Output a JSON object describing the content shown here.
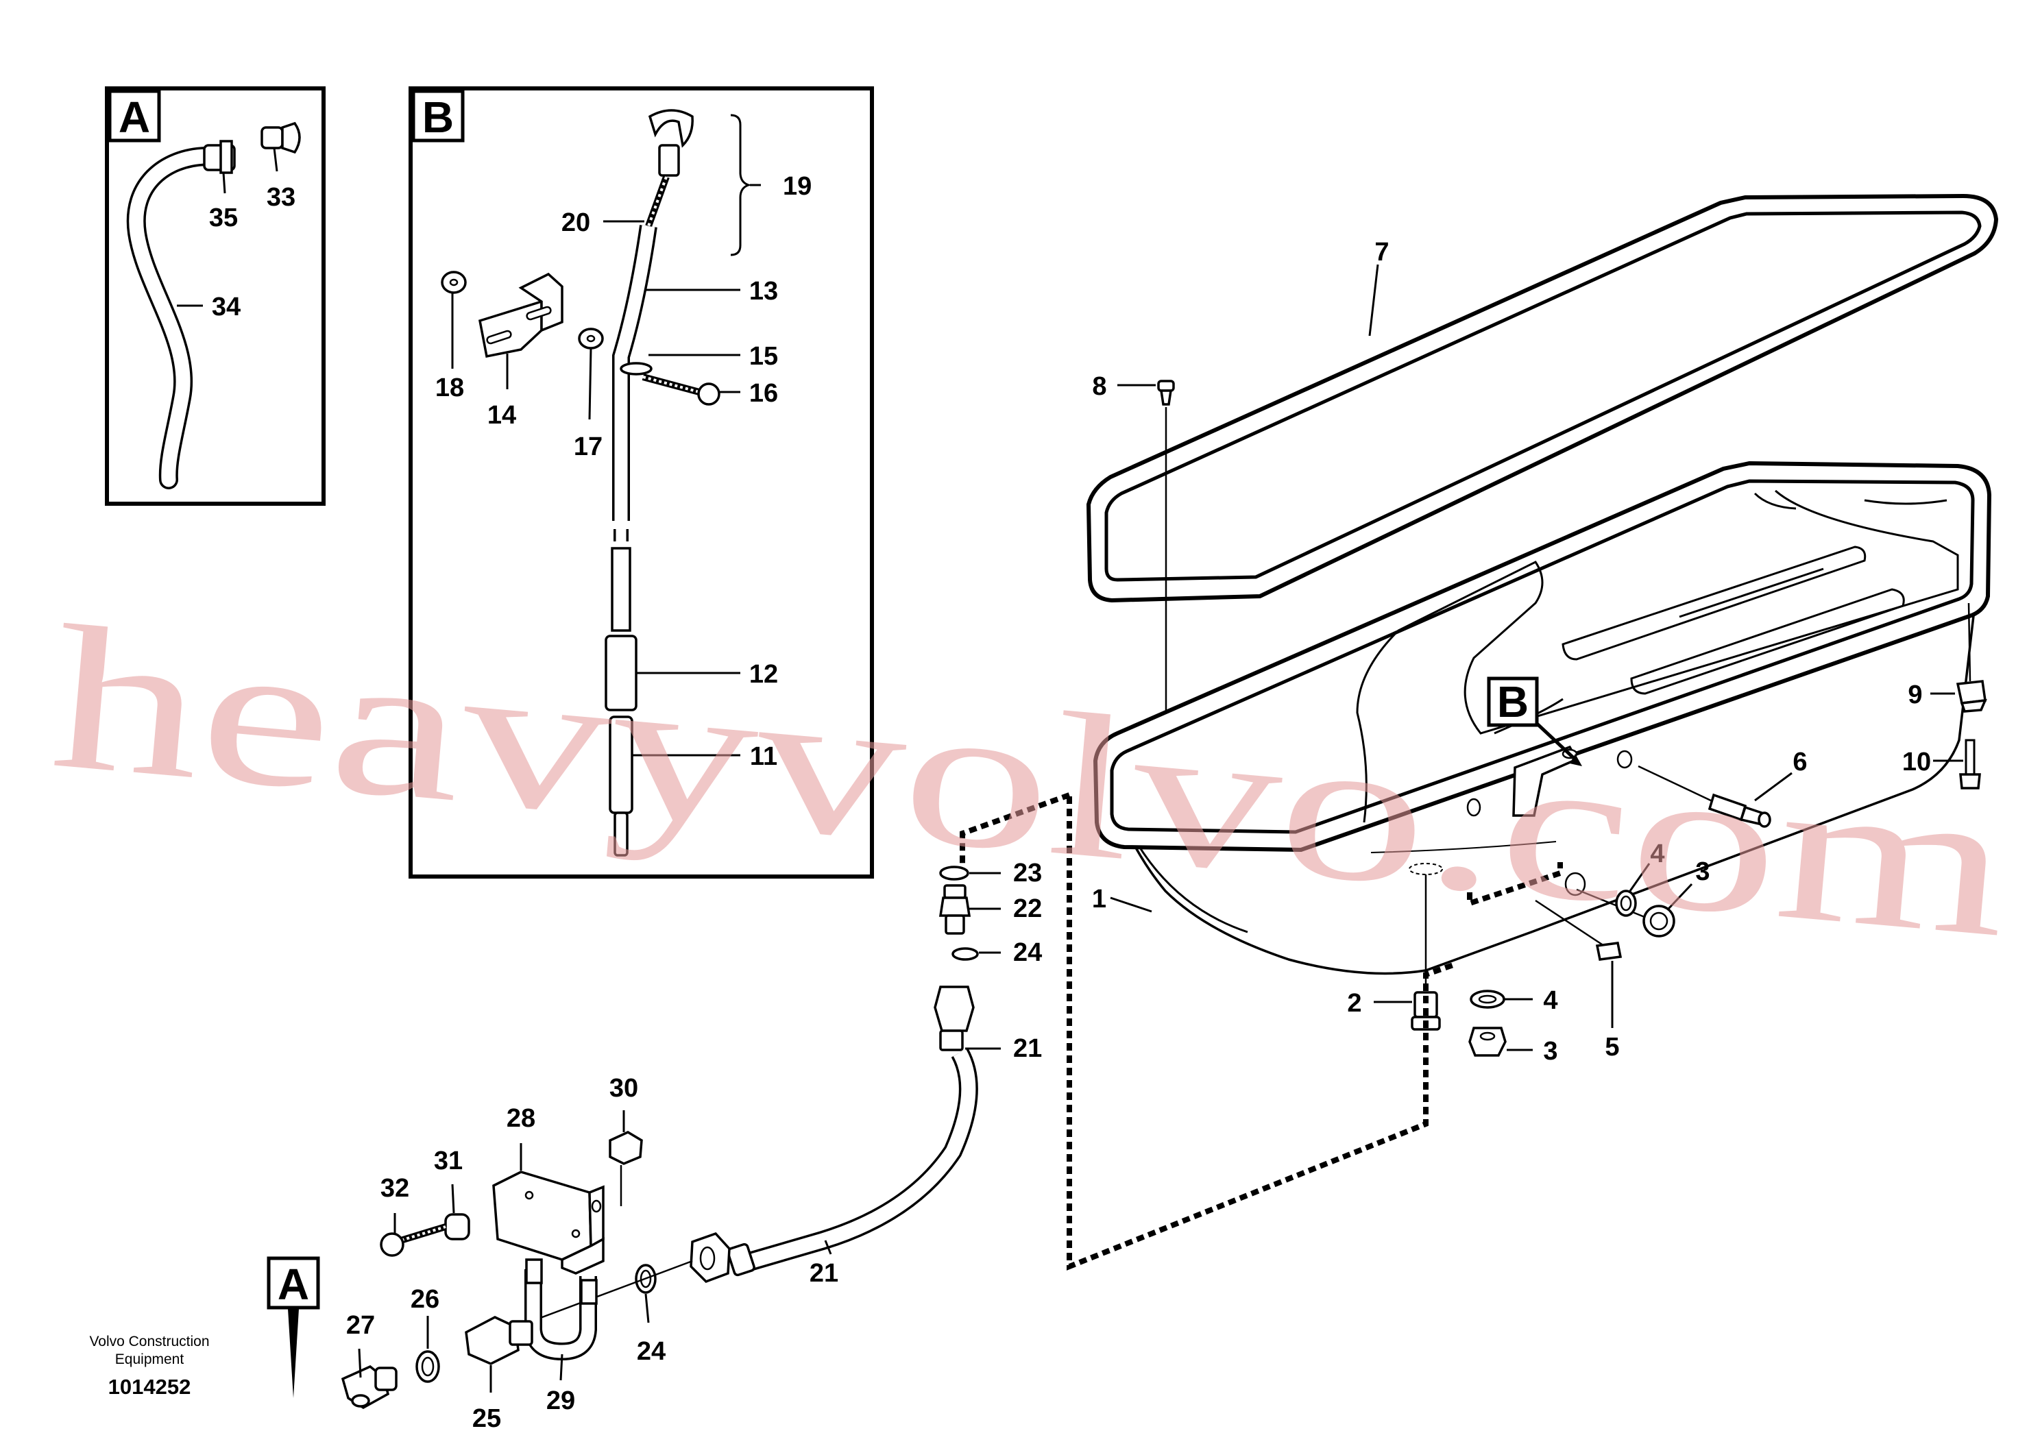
{
  "watermark": "heavyvolvo.com",
  "credit": {
    "line1": "Volvo Construction",
    "line2": "Equipment",
    "doc_number": "1014252"
  },
  "detail_boxes": {
    "a": "A",
    "b": "B"
  },
  "pointer_labels": {
    "b": "B",
    "a": "A"
  },
  "callouts": {
    "c1": "1",
    "c2": "2",
    "c3a": "3",
    "c3b": "3",
    "c4a": "4",
    "c4b": "4",
    "c5": "5",
    "c6": "6",
    "c7": "7",
    "c8": "8",
    "c9": "9",
    "c10": "10",
    "c11": "11",
    "c12": "12",
    "c13": "13",
    "c14": "14",
    "c15": "15",
    "c16": "16",
    "c17": "17",
    "c18": "18",
    "c19": "19",
    "c20": "20",
    "c21a": "21",
    "c21b": "21",
    "c22": "22",
    "c23": "23",
    "c24a": "24",
    "c24b": "24",
    "c25": "25",
    "c26": "26",
    "c27": "27",
    "c28": "28",
    "c29": "29",
    "c30": "30",
    "c31": "31",
    "c32": "32",
    "c33": "33",
    "c34": "34",
    "c35": "35"
  }
}
